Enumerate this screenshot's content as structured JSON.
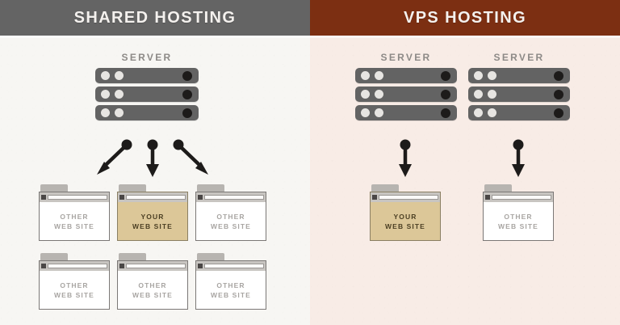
{
  "panels": [
    {
      "id": "shared-hosting",
      "title": "SHARED HOSTING",
      "header_bg": "#646464",
      "panel_bg": "#f7f6f3",
      "servers": [
        {
          "label": "SERVER"
        }
      ],
      "arrows": [
        {
          "direction": "down-left"
        },
        {
          "direction": "down"
        },
        {
          "direction": "down-right"
        }
      ],
      "windows": [
        {
          "line1": "OTHER",
          "line2": "WEB SITE",
          "highlight": false
        },
        {
          "line1": "YOUR",
          "line2": "WEB SITE",
          "highlight": true
        },
        {
          "line1": "OTHER",
          "line2": "WEB SITE",
          "highlight": false
        },
        {
          "line1": "OTHER",
          "line2": "WEB SITE",
          "highlight": false
        },
        {
          "line1": "OTHER",
          "line2": "WEB SITE",
          "highlight": false
        },
        {
          "line1": "OTHER",
          "line2": "WEB SITE",
          "highlight": false
        }
      ]
    },
    {
      "id": "vps-hosting",
      "title": "VPS HOSTING",
      "header_bg": "#7c2f12",
      "panel_bg": "#f8ece6",
      "servers": [
        {
          "label": "SERVER"
        },
        {
          "label": "SERVER"
        }
      ],
      "arrows": [
        {
          "direction": "down"
        },
        {
          "direction": "down"
        }
      ],
      "windows": [
        {
          "line1": "YOUR",
          "line2": "WEB SITE",
          "highlight": true
        },
        {
          "line1": "OTHER",
          "line2": "WEB SITE",
          "highlight": false
        }
      ]
    }
  ],
  "colors": {
    "server_bar": "#636363",
    "server_led": "#e7e5e2",
    "server_port": "#1d1b1a",
    "arrow": "#1d1b1a",
    "highlight_fill": "#dcc798",
    "window_fill": "#ffffff",
    "window_border": "#7b7876",
    "label_text": "#8d8a87",
    "header_text": "#f4f1ee"
  }
}
